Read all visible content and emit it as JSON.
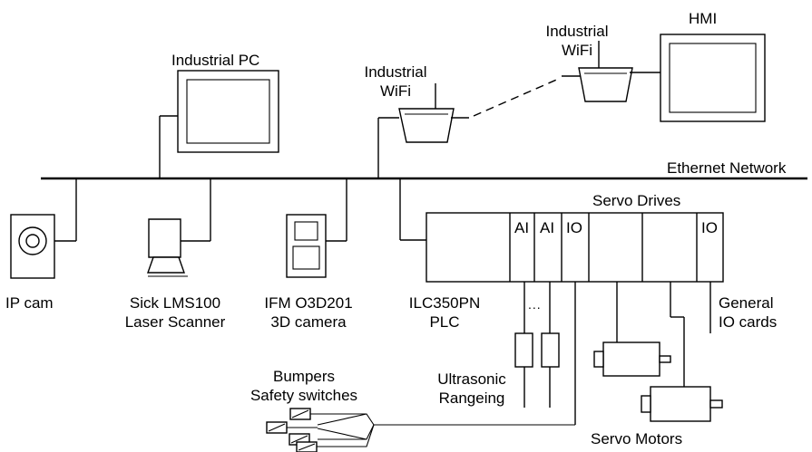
{
  "labels": {
    "industrial_pc": "Industrial PC",
    "hmi": "HMI",
    "wifi_left_l1": "Industrial",
    "wifi_left_l2": "WiFi",
    "wifi_right_l1": "Industrial",
    "wifi_right_l2": "WiFi",
    "ethernet": "Ethernet Network",
    "servo_drives": "Servo Drives",
    "module_ai_1": "AI",
    "module_ai_2": "AI",
    "module_io_1": "IO",
    "module_io_2": "IO",
    "ellipsis": "...",
    "ip_cam": "IP cam",
    "sick_l1": "Sick LMS100",
    "sick_l2": "Laser Scanner",
    "ifm_l1": "IFM O3D201",
    "ifm_l2": "3D camera",
    "plc_l1": "ILC350PN",
    "plc_l2": "PLC",
    "general_l1": "General",
    "general_l2": "IO cards",
    "bumpers_l1": "Bumpers",
    "bumpers_l2": "Safety switches",
    "ultra_l1": "Ultrasonic",
    "ultra_l2": "Rangeing",
    "servo_motors": "Servo Motors"
  }
}
